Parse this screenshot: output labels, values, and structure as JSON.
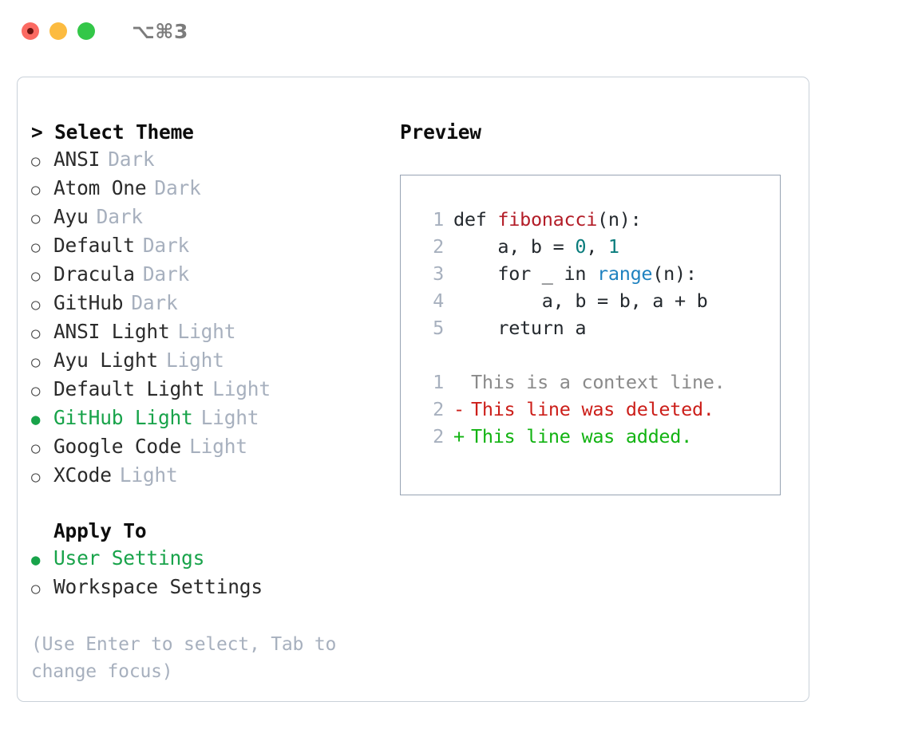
{
  "titlebar": {
    "shortcut": "⌥⌘3",
    "buttons": [
      "close",
      "minimize",
      "maximize"
    ]
  },
  "theme_picker": {
    "heading": "Select Theme",
    "prompt_marker": ">",
    "radio_empty": "○",
    "radio_filled": "●",
    "items": [
      {
        "label": "ANSI",
        "badge": "Dark",
        "selected": false
      },
      {
        "label": "Atom One",
        "badge": "Dark",
        "selected": false
      },
      {
        "label": "Ayu",
        "badge": "Dark",
        "selected": false
      },
      {
        "label": "Default",
        "badge": "Dark",
        "selected": false
      },
      {
        "label": "Dracula",
        "badge": "Dark",
        "selected": false
      },
      {
        "label": "GitHub",
        "badge": "Dark",
        "selected": false
      },
      {
        "label": "ANSI Light",
        "badge": "Light",
        "selected": false
      },
      {
        "label": "Ayu Light",
        "badge": "Light",
        "selected": false
      },
      {
        "label": "Default Light",
        "badge": "Light",
        "selected": false
      },
      {
        "label": "GitHub Light",
        "badge": "Light",
        "selected": true
      },
      {
        "label": "Google Code",
        "badge": "Light",
        "selected": false
      },
      {
        "label": "XCode",
        "badge": "Light",
        "selected": false
      }
    ]
  },
  "apply_to": {
    "heading": "Apply To",
    "items": [
      {
        "label": "User Settings",
        "selected": true
      },
      {
        "label": "Workspace Settings",
        "selected": false
      }
    ]
  },
  "hint": "(Use Enter to select, Tab to change focus)",
  "preview": {
    "title": "Preview",
    "code_lines": [
      {
        "no": "1",
        "segments": [
          {
            "t": "def ",
            "c": "kw"
          },
          {
            "t": "fibonacci",
            "c": "fn"
          },
          {
            "t": "(n):",
            "c": "plain"
          }
        ]
      },
      {
        "no": "2",
        "segments": [
          {
            "t": "    a, b = ",
            "c": "plain"
          },
          {
            "t": "0",
            "c": "num"
          },
          {
            "t": ", ",
            "c": "plain"
          },
          {
            "t": "1",
            "c": "num"
          }
        ]
      },
      {
        "no": "3",
        "segments": [
          {
            "t": "    for _ in ",
            "c": "kw"
          },
          {
            "t": "range",
            "c": "call"
          },
          {
            "t": "(n):",
            "c": "plain"
          }
        ]
      },
      {
        "no": "4",
        "segments": [
          {
            "t": "        a, b = b, a + b",
            "c": "plain"
          }
        ]
      },
      {
        "no": "5",
        "segments": [
          {
            "t": "    return a",
            "c": "kw"
          }
        ]
      }
    ],
    "diff_lines": [
      {
        "no": "1",
        "sign": " ",
        "text": "This is a context line.",
        "kind": "ctx"
      },
      {
        "no": "2",
        "sign": "-",
        "text": "This line was deleted.",
        "kind": "del"
      },
      {
        "no": "2",
        "sign": "+",
        "text": "This line was added.",
        "kind": "add"
      }
    ]
  },
  "colors": {
    "selected_green": "#18a34a",
    "badge_gray": "#a7b0be",
    "diff_add": "#12b312",
    "diff_del": "#cc1f1a",
    "fn_red": "#b31d28",
    "call_blue": "#1f82c0",
    "num_teal": "#0a7c7c"
  }
}
